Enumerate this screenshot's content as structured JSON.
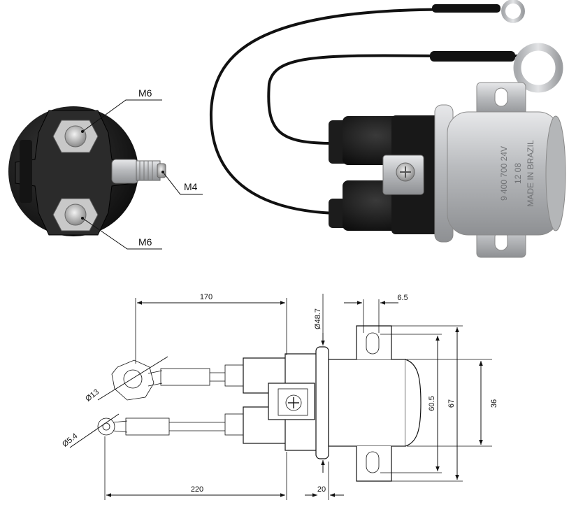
{
  "callouts": {
    "m6_top": "M6",
    "m4": "M4",
    "m6_bottom": "M6"
  },
  "housing_text": {
    "line1": "MADE IN BRAZIL",
    "line2": "12 08",
    "line3": "9 400 700 24V"
  },
  "dimensions": {
    "wire_170": "170",
    "length_220": "220",
    "flange_48_7": "Ø48.7",
    "slot_6_5": "6.5",
    "height_60_5": "60.5",
    "height_67": "67",
    "height_36": "36",
    "offset_20": "20",
    "ring_13": "Ø13",
    "ring_5_4": "Ø5.4"
  },
  "colors": {
    "body_black": "#1c1c1c",
    "metal_silver": "#c4c6c8",
    "line": "#111111"
  }
}
